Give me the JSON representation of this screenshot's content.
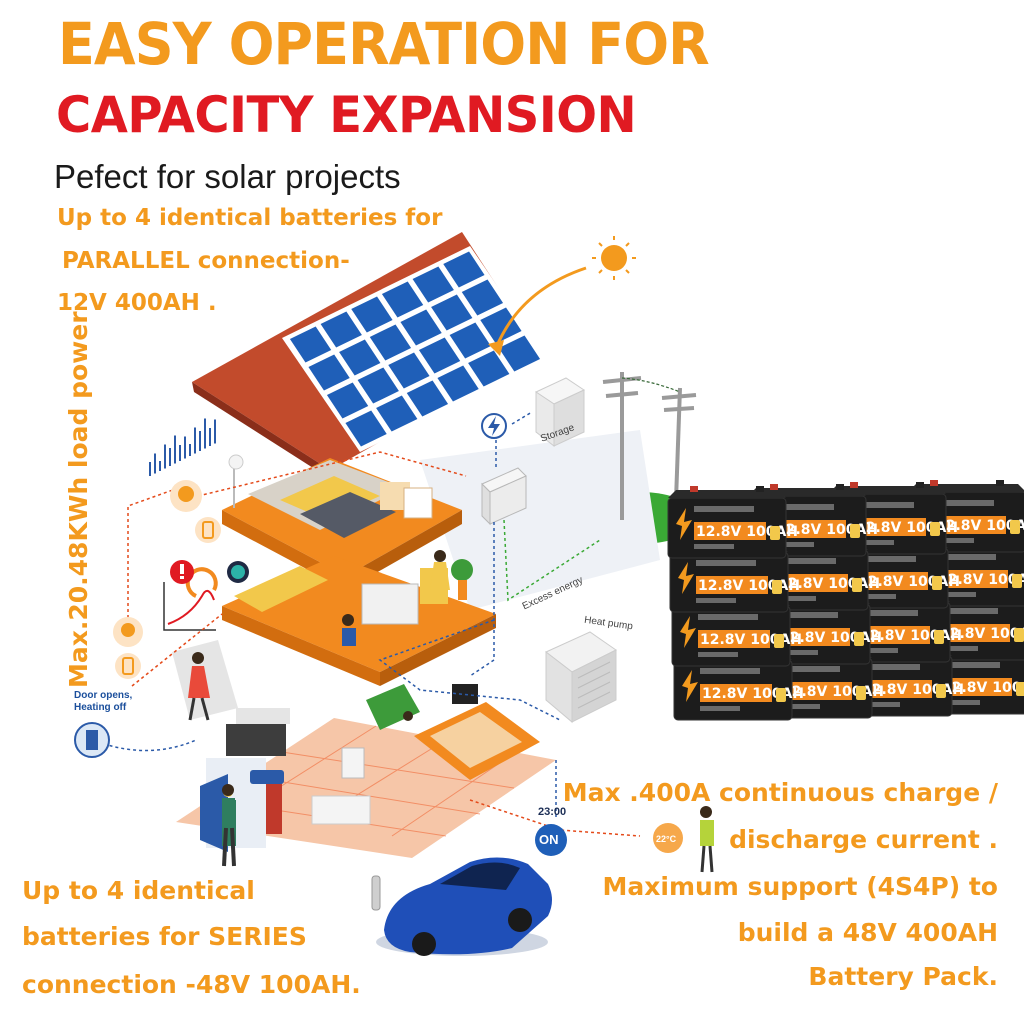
{
  "header": {
    "title_line1": "EASY OPERATION FOR",
    "title_line2": "CAPACITY EXPANSION",
    "subtitle": "Pefect for solar projects"
  },
  "parallel_note": {
    "line1": "Up to 4 identical batteries for",
    "line2": "PARALLEL connection-",
    "line3": "12V 400AH ."
  },
  "load_power_note": "Max.20.48KWh load power .",
  "series_note": {
    "line1": "Up to 4 identical",
    "line2": "batteries for SERIES",
    "line3": "connection -48V  100AH."
  },
  "current_note": {
    "line1": "Max .400A continuous charge /",
    "line2": "discharge current .",
    "line3": "Maximum support (4S4P) to",
    "line4": "build a 48V 400AH",
    "line5": "Battery Pack."
  },
  "illustration_labels": {
    "storage": "Storage",
    "excess_energy": "Excess energy",
    "heat_pump": "Heat pump",
    "door_line1": "Door opens,",
    "door_line2": "Heating off",
    "time": "23:00",
    "on": "ON",
    "temperature": "22°C"
  },
  "battery_label": "12.8V 100AH",
  "colors": {
    "title_orange": "#f39a1e",
    "title_red": "#e01a22",
    "floor_orange": "#f28a1f",
    "solar_blue": "#1f5fb8",
    "battery_black": "#1c1c1c",
    "car_blue": "#1f4fb8"
  }
}
